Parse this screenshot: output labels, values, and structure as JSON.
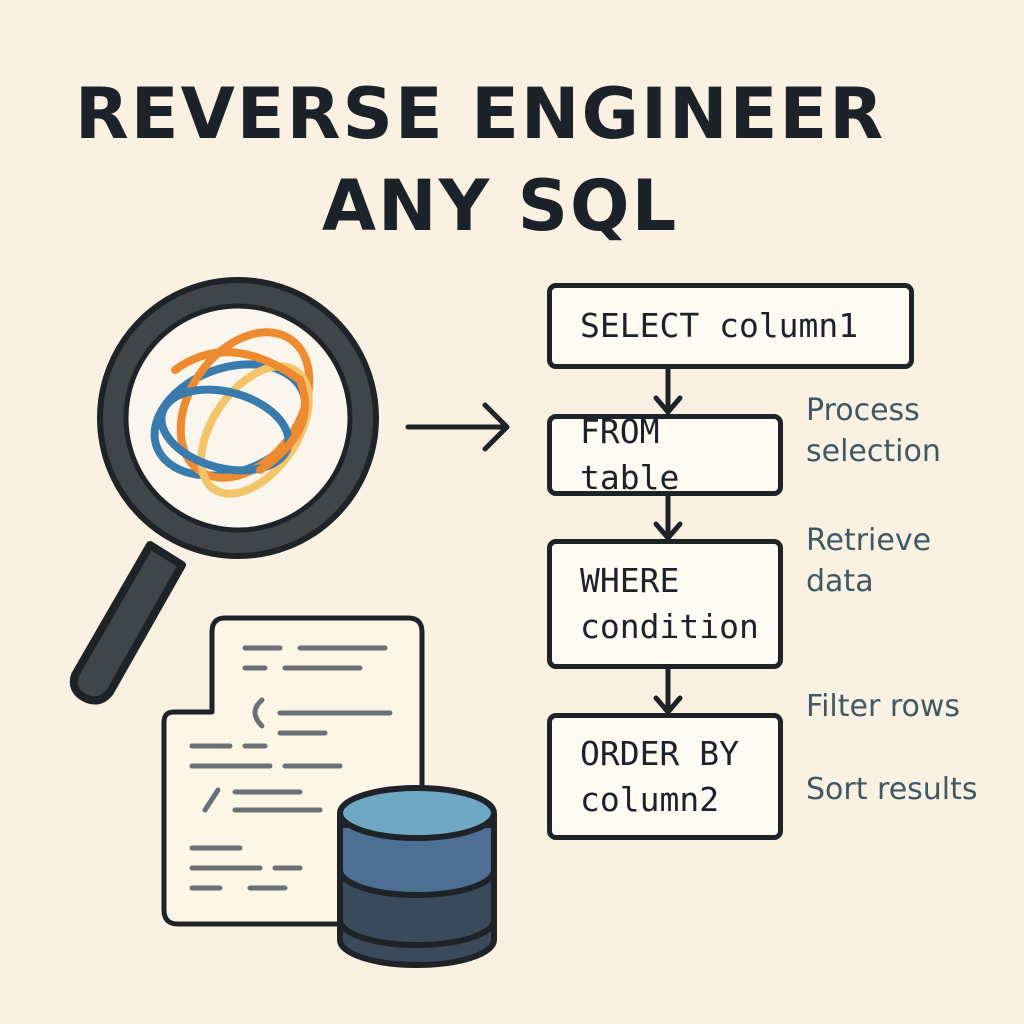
{
  "title": {
    "line1": "REVERSE ENGINEER",
    "line2": "ANY SQL"
  },
  "steps": [
    {
      "label": "SELECT column1"
    },
    {
      "label": "FROM table"
    },
    {
      "label": "WHERE\ncondition"
    },
    {
      "label": "ORDER BY\ncolumn2"
    }
  ],
  "notes": [
    {
      "text": "Process\nselection"
    },
    {
      "text": "Retrieve\ndata"
    },
    {
      "text": "Filter rows"
    },
    {
      "text": "Sort results"
    }
  ],
  "icons": [
    "magnifier-icon",
    "tangle-icon",
    "arrow-right-icon",
    "code-document-icon",
    "database-icon"
  ],
  "colors": {
    "background": "#fbf1e3",
    "ink": "#1e2328",
    "orange": "#ee8a2f",
    "blue": "#3a7bae",
    "yellow": "#f3c46a",
    "db_top": "#6ea8c4",
    "db_mid": "#4c6f93",
    "db_bottom": "#3b4a5a"
  }
}
